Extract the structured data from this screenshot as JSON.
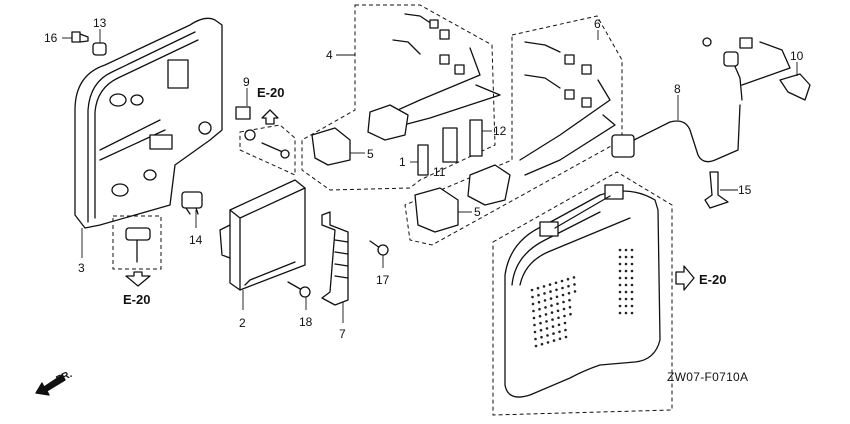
{
  "diagram": {
    "callouts": {
      "p1": "1",
      "p2": "2",
      "p3": "3",
      "p4": "4",
      "p5a": "5",
      "p5b": "5",
      "p6": "6",
      "p7": "7",
      "p8": "8",
      "p9": "9",
      "p10": "10",
      "p11": "11",
      "p12": "12",
      "p13": "13",
      "p14": "14",
      "p15": "15",
      "p16": "16",
      "p17": "17",
      "p18": "18"
    },
    "references": {
      "upper": "E-20",
      "lower": "E-20",
      "right": "E-20"
    },
    "direction_label": "FR.",
    "drawing_code": "ZW07-F0710A"
  }
}
